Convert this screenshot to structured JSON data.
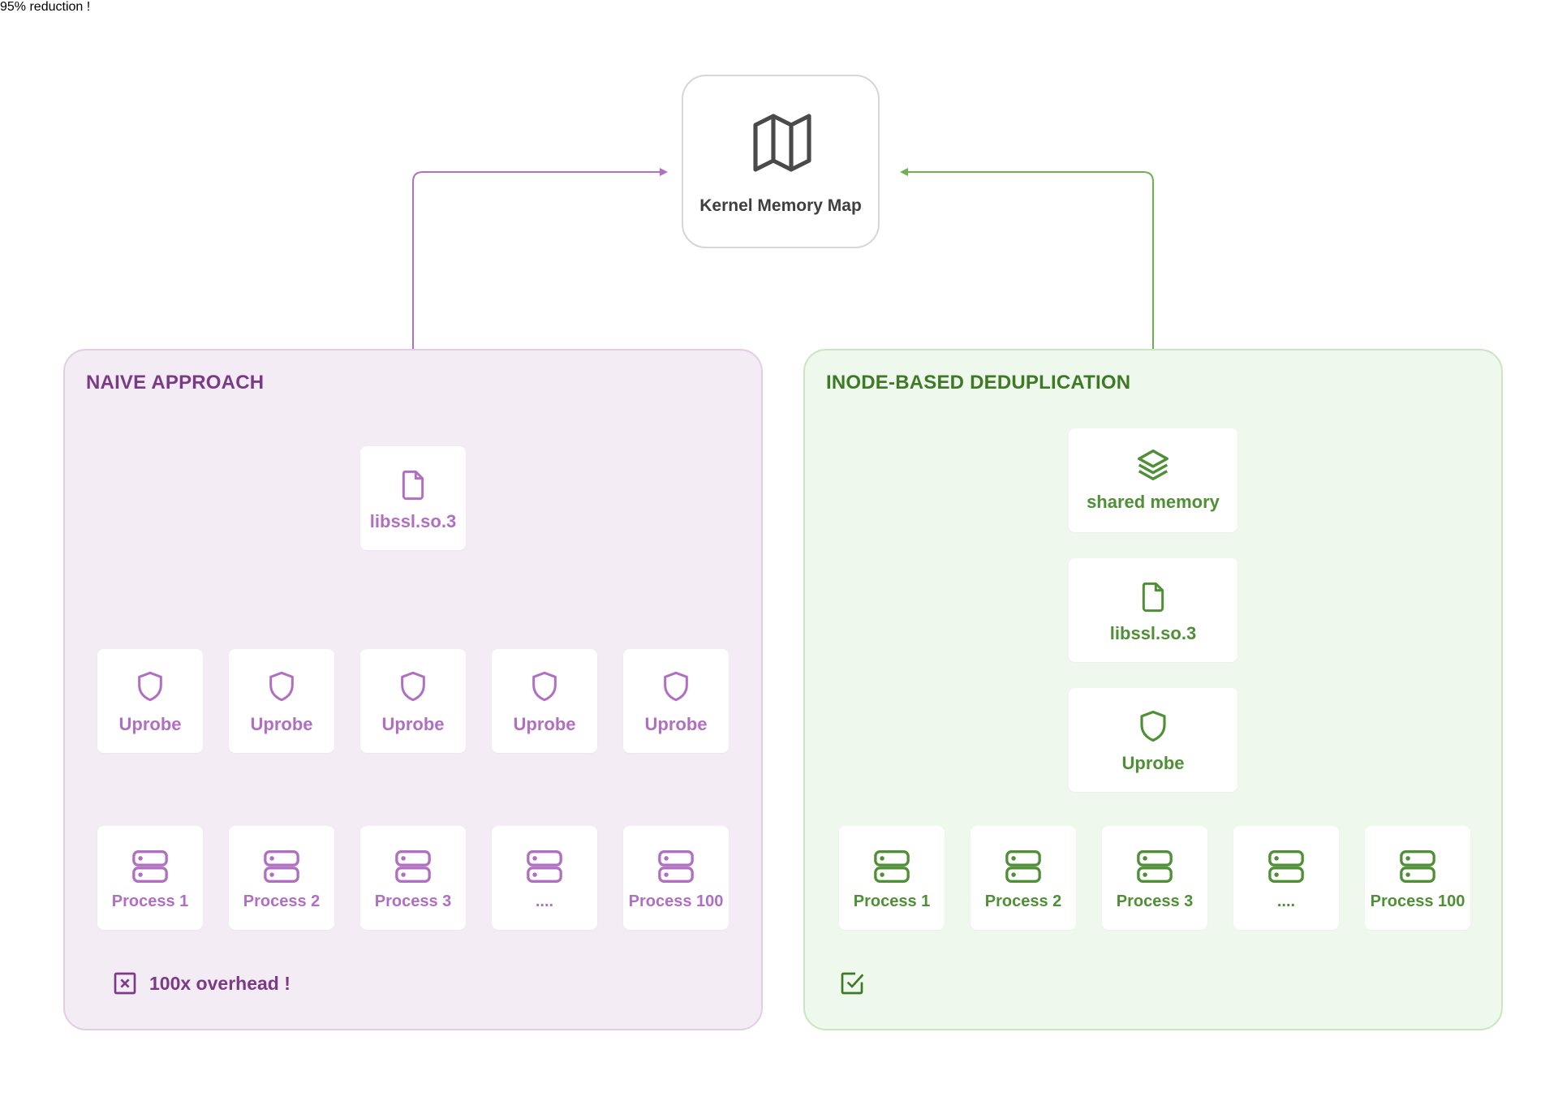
{
  "kernel": {
    "label": "Kernel Memory Map",
    "icon": "map-icon"
  },
  "naive": {
    "title": "NAIVE APPROACH",
    "library": {
      "label": "libssl.so.3",
      "icon": "file-icon"
    },
    "uprobes": [
      "Uprobe",
      "Uprobe",
      "Uprobe",
      "Uprobe",
      "Uprobe"
    ],
    "processes": [
      "Process 1",
      "Process 2",
      "Process 3",
      "....",
      "Process 100"
    ],
    "status": {
      "text": "100x overhead !",
      "icon": "x-box-icon"
    },
    "color": "#b16fc2"
  },
  "inode": {
    "title": "INODE-BASED DEDUPLICATION",
    "shared": {
      "label": "shared memory",
      "icon": "layers-icon"
    },
    "library": {
      "label": "libssl.so.3",
      "icon": "file-icon"
    },
    "uprobe": {
      "label": "Uprobe",
      "icon": "shield-icon"
    },
    "processes": [
      "Process 1",
      "Process 2",
      "Process 3",
      "....",
      "Process 100"
    ],
    "status": {
      "text": "95% reduction !",
      "icon": "check-box-icon"
    },
    "color": "#4f8f35"
  }
}
